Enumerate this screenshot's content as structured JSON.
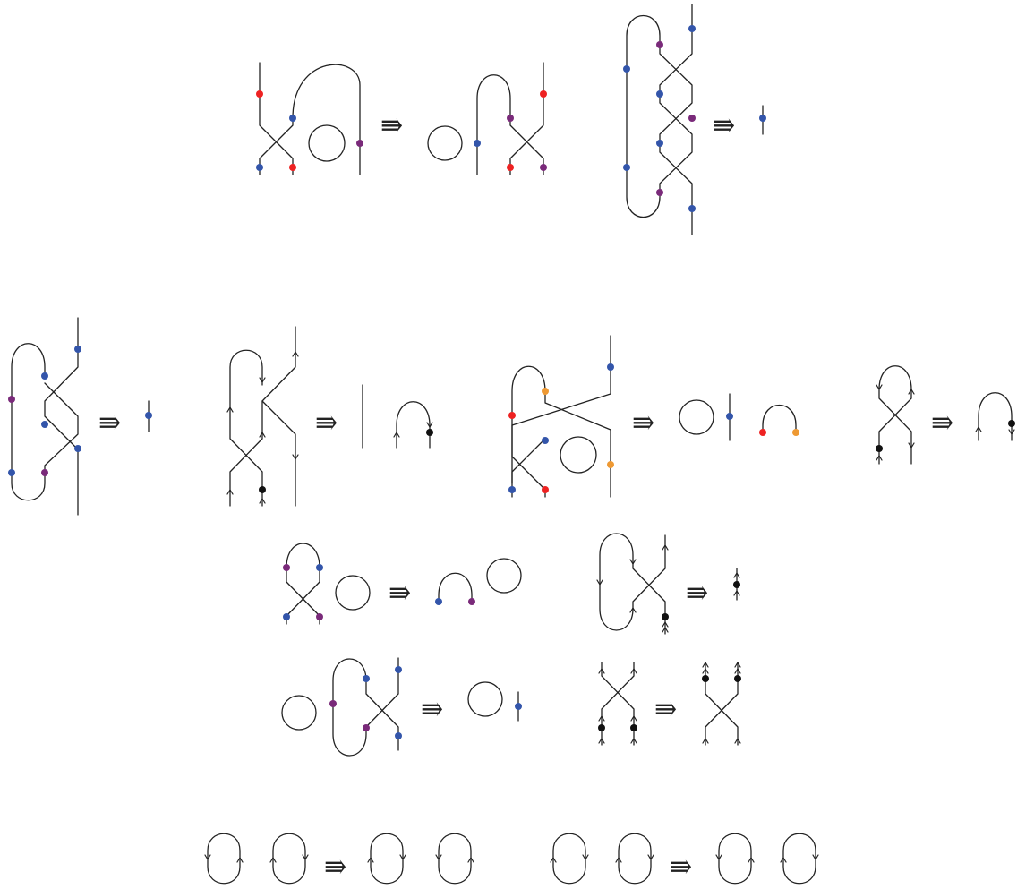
{
  "implies_symbol": "⇛",
  "colors": {
    "line": "#222222",
    "red": "#ee2222",
    "blue": "#3355aa",
    "purple": "#7a2a7a",
    "orange": "#ee9933",
    "black": "#111111"
  },
  "rules": [
    {
      "id": "r1",
      "description_visible": false
    },
    {
      "id": "r2"
    },
    {
      "id": "r3"
    },
    {
      "id": "r4"
    },
    {
      "id": "r5"
    },
    {
      "id": "r6"
    },
    {
      "id": "r7"
    },
    {
      "id": "r8"
    },
    {
      "id": "r9"
    },
    {
      "id": "r10"
    },
    {
      "id": "r11"
    },
    {
      "id": "r12"
    }
  ]
}
